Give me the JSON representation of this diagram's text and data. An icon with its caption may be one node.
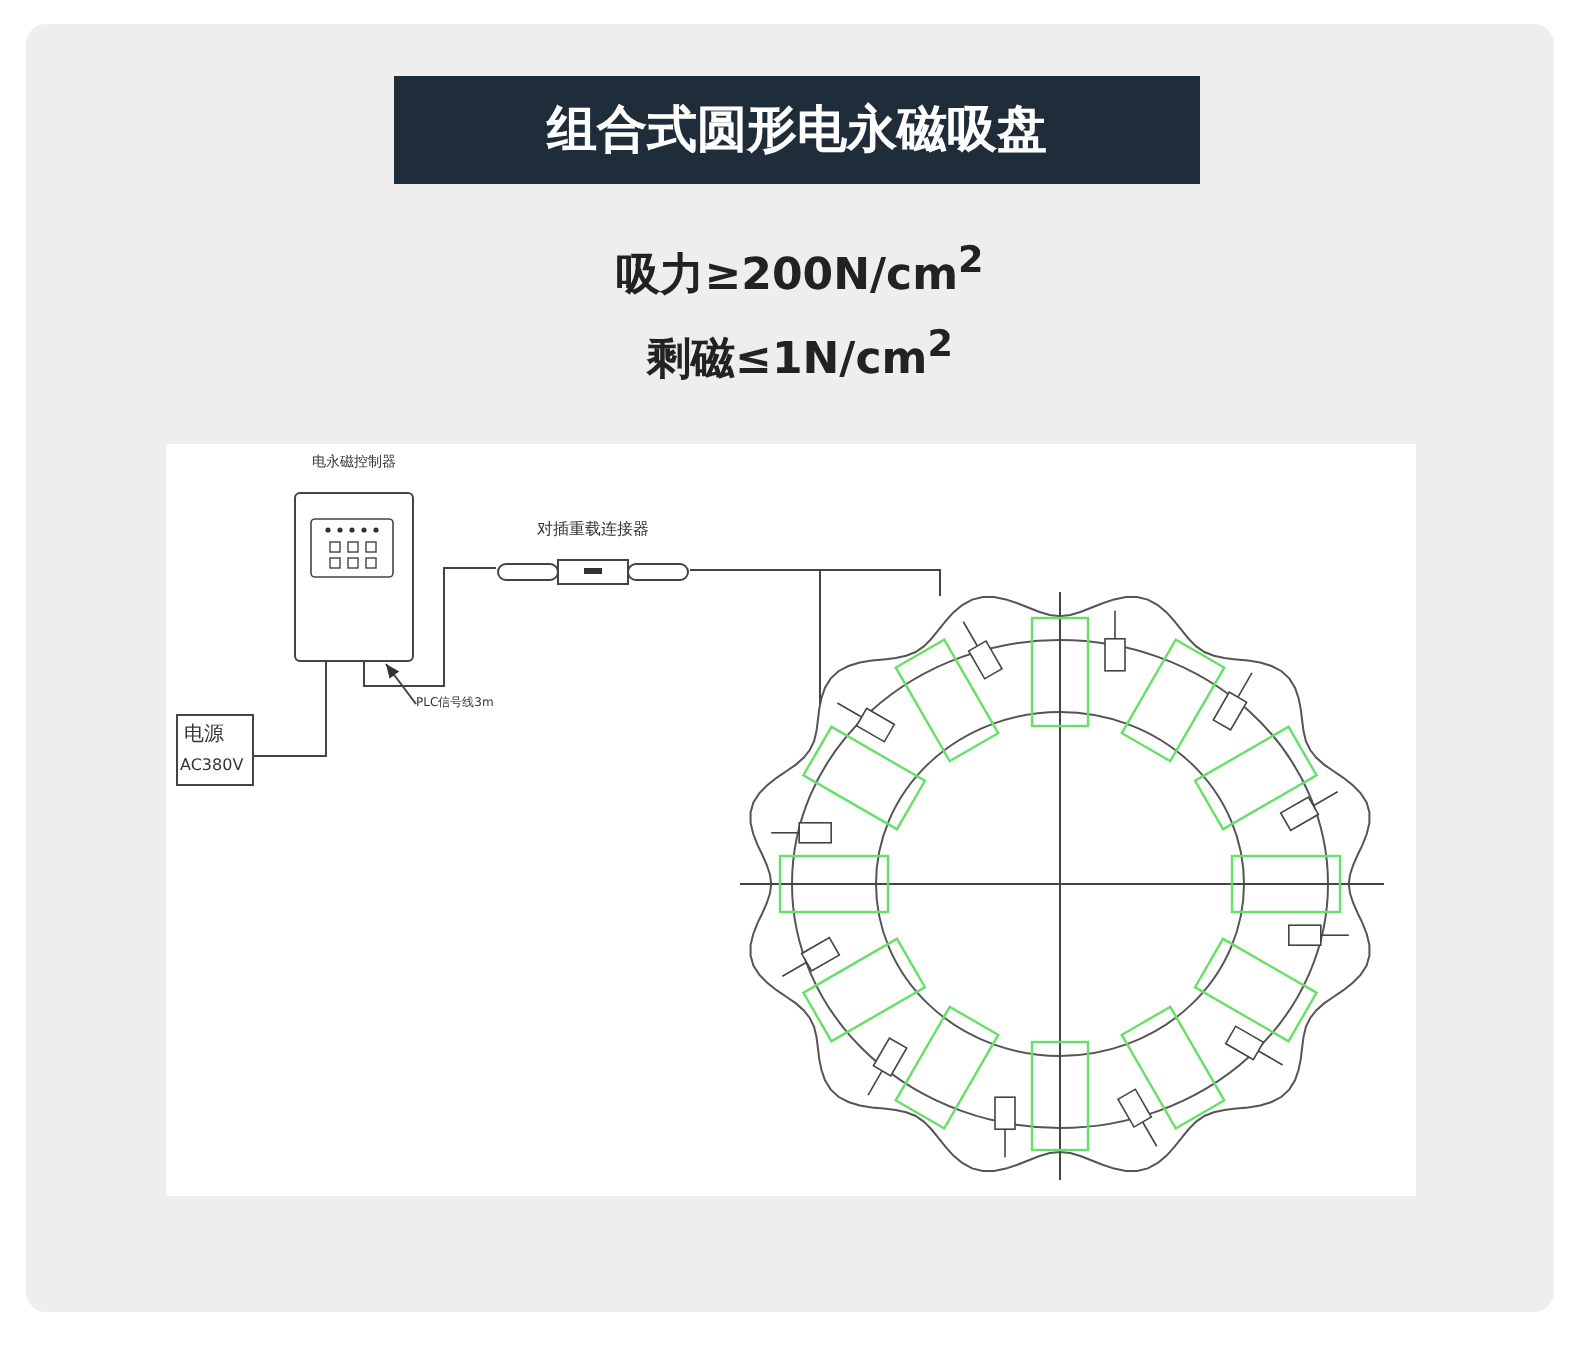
{
  "diagram": {
    "title": "组合式圆形电永磁吸盘",
    "nodes": [
      {
        "text": [
          "电永磁控制器"
        ]
      },
      {
        "text": [
          "对插重载连接器"
        ]
      },
      {
        "text": [
          "电源",
          "AC380V"
        ]
      },
      {
        "text": [],
        "shape": "picture"
      },
      {
        "text": [
          "PLC信号线3m"
        ]
      }
    ],
    "edges": [
      {
        "from": 2,
        "to": 0,
        "arrow": "none"
      },
      {
        "from": 0,
        "to": 1,
        "arrow": "none"
      },
      {
        "from": 1,
        "to": 3,
        "arrow": "none"
      },
      {
        "from": 4,
        "to": 0,
        "arrow": "to"
      }
    ],
    "labels": [
      "吸力≥200N/cm$^{2}$",
      "剩磁≤1N/cm$^{2}$"
    ]
  }
}
